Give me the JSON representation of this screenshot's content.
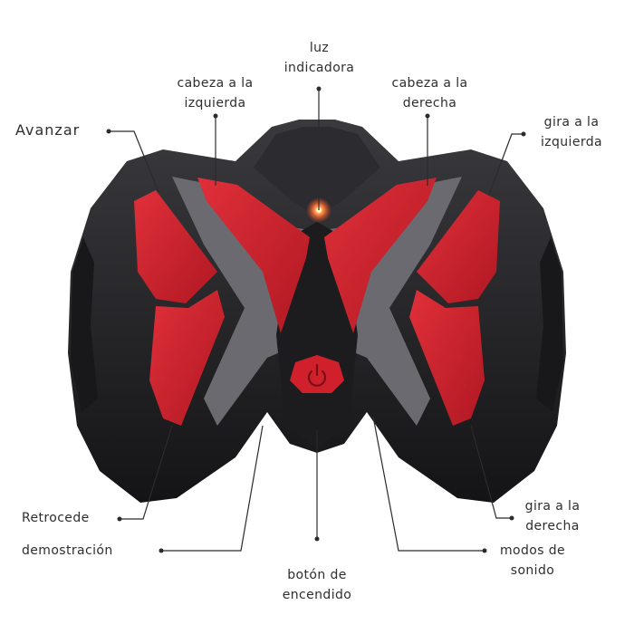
{
  "labels": {
    "indicator_light": [
      "luz",
      "indicadora"
    ],
    "head_left": [
      "cabeza a la",
      "izquierda"
    ],
    "head_right": [
      "cabeza a la",
      "derecha"
    ],
    "forward": [
      "Avanzar"
    ],
    "turn_left": [
      "gira a la",
      "izquierda"
    ],
    "backward": [
      "Retrocede"
    ],
    "demo": [
      "demostración"
    ],
    "power_button": [
      "botón de",
      "encendido"
    ],
    "sound_modes": [
      "modos de",
      "sonido"
    ],
    "turn_right": [
      "gira a la",
      "derecha"
    ]
  },
  "colors": {
    "body_dark": "#1e1e21",
    "body_mid": "#2c2c30",
    "panel_grey": "#6a6a70",
    "accent_red": "#d0202c",
    "accent_red_dark": "#9a1520",
    "leader_line": "#2b2b2b",
    "led_glow": "#ff6a3a"
  }
}
